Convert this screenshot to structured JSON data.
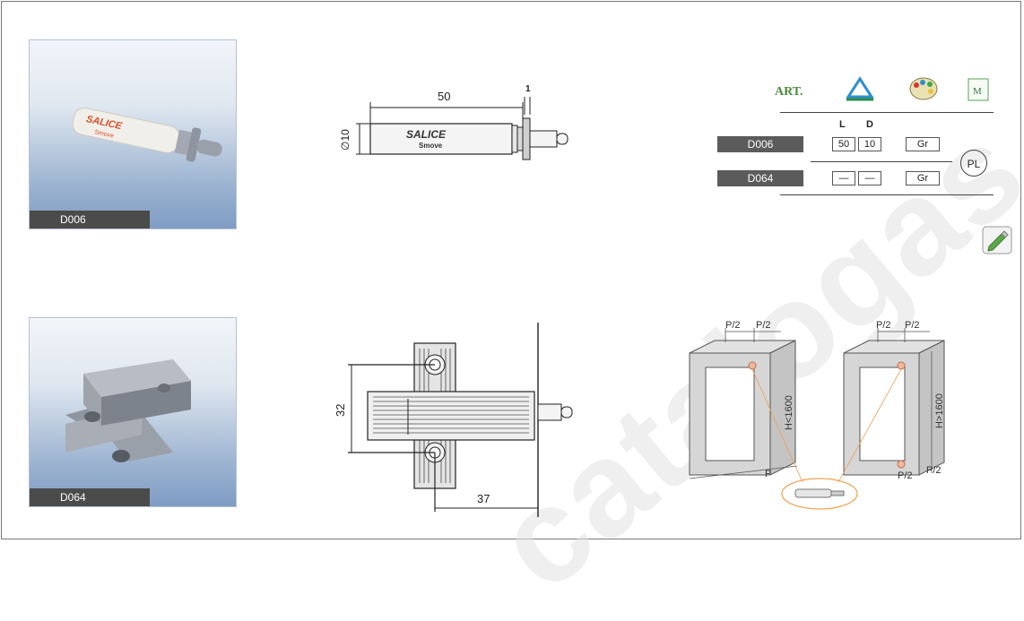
{
  "watermark": "catalogas.com",
  "products": [
    {
      "code": "D006",
      "brand": "SALICE",
      "model": "Smove"
    },
    {
      "code": "D064"
    }
  ],
  "drawing1": {
    "length": "50",
    "diameter": "∅10",
    "thickness": "1",
    "brand": "SALICE",
    "model": "Smove"
  },
  "drawing2": {
    "height": "32",
    "offset": "37"
  },
  "icons": {
    "art": "ART.",
    "material": "M"
  },
  "spec_table": {
    "col_l": "L",
    "col_d": "D",
    "rows": [
      {
        "code": "D006",
        "l": "50",
        "d": "10",
        "color": "Gr"
      },
      {
        "code": "D064",
        "l": "—",
        "d": "—",
        "color": "Gr"
      }
    ],
    "material_badge": "PL"
  },
  "install": {
    "half": "P/2",
    "p": "P",
    "h_less": "H<1600",
    "h_more": "H>1600"
  },
  "colors": {
    "label_bg": "#4b4b4b",
    "row_label_bg": "#5b5b5b",
    "photo_bottom": "#7f9cc4"
  }
}
